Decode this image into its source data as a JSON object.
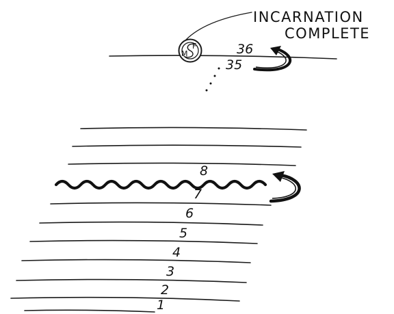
{
  "caption": {
    "line1": "INCARNATION",
    "line2": "COMPLETE"
  },
  "emblem": {
    "letter_m": "M",
    "letter_f": "F"
  },
  "top_numbers": {
    "upper": "36",
    "lower": "35"
  },
  "levels": [
    {
      "label": "1"
    },
    {
      "label": "2"
    },
    {
      "label": "3"
    },
    {
      "label": "4"
    },
    {
      "label": "5"
    },
    {
      "label": "6"
    },
    {
      "label": "7"
    },
    {
      "label": "8"
    }
  ],
  "colors": {
    "ink": "#111111",
    "background": "#ffffff"
  }
}
